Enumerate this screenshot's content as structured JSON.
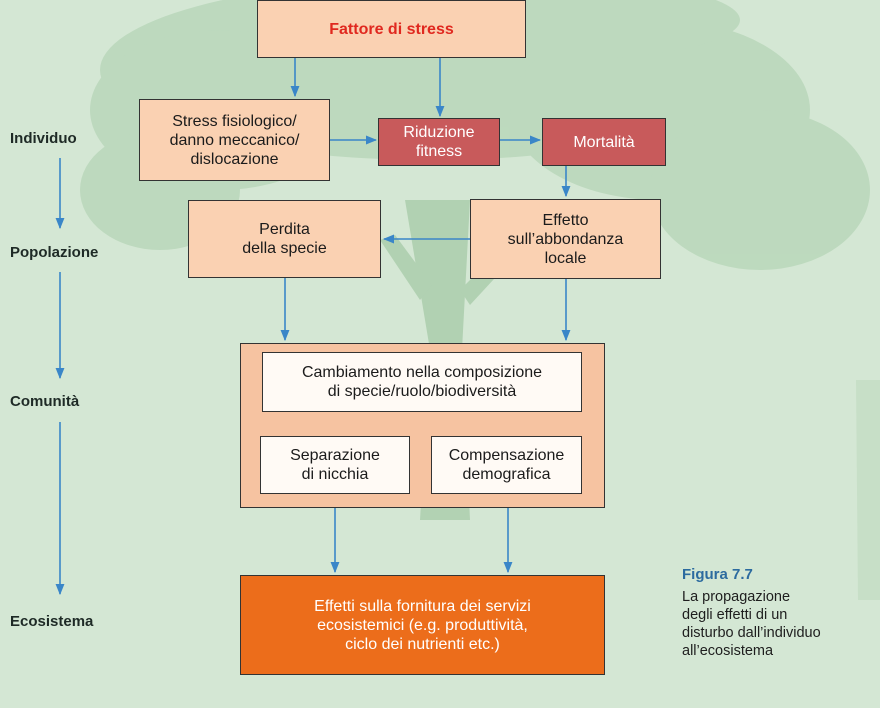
{
  "levels": {
    "individuo": "Individuo",
    "popolazione": "Popolazione",
    "comunita": "Comunità",
    "ecosistema": "Ecosistema"
  },
  "boxes": {
    "stress_factor": "Fattore di stress",
    "physiological": [
      "Stress fisiologico/",
      "danno meccanico/",
      "dislocazione"
    ],
    "fitness_reduction": [
      "Riduzione",
      "fitness"
    ],
    "mortality": "Mortalità",
    "species_loss": [
      "Perdita",
      "della specie"
    ],
    "abundance_effect": [
      "Effetto",
      "sull’abbondanza",
      "locale"
    ],
    "composition_change": [
      "Cambiamento nella composizione",
      "di specie/ruolo/biodiversità"
    ],
    "niche_separation": [
      "Separazione",
      "di nicchia"
    ],
    "demographic_compensation": [
      "Compensazione",
      "demografica"
    ],
    "ecosystem_effects": [
      "Effetti sulla fornitura dei servizi",
      "ecosistemici (e.g. produttività,",
      "ciclo dei nutrienti etc.)"
    ]
  },
  "caption": {
    "title": "Figura 7.7",
    "lines": [
      "La propagazione",
      "degli effetti di un",
      "disturbo dall’individuo",
      "all’ecosistema"
    ]
  },
  "colors": {
    "arrow": "#3a86c8",
    "caption_title": "#2c6b9f",
    "stress_text": "#e0281f",
    "peach": "#fad1b2",
    "red": "#c85a5b",
    "orange": "#ec6d1b",
    "group": "#f6c3a1"
  }
}
